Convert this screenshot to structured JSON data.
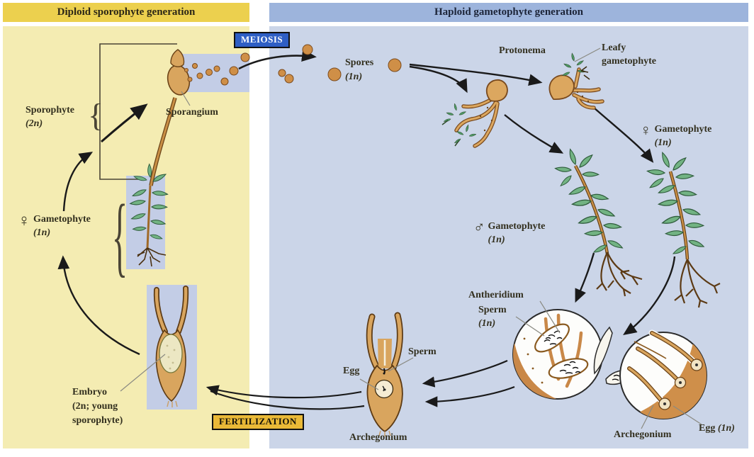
{
  "figure": {
    "subject": "Moss life cycle diagram",
    "colors": {
      "header_yellow": "#ecd04e",
      "panel_yellow": "#f4ecb2",
      "header_blue": "#9db4dc",
      "panel_blue": "#cbd5e8",
      "inset_blue": "#c3cde6",
      "meiosis_badge_bg": "#2e5ec4",
      "fertilization_badge_bg": "#eab937",
      "arrow_black": "#1a1a1a",
      "plant_brown": "#d9a55e",
      "leaf_green": "#72b383"
    }
  },
  "panels": {
    "diploid": {
      "title": "Diploid sporophyte generation"
    },
    "haploid": {
      "title": "Haploid gametophyte generation"
    }
  },
  "badges": {
    "meiosis": {
      "label": "MEIOSIS"
    },
    "fertilization": {
      "label": "FERTILIZATION"
    }
  },
  "labels": {
    "sporophyte": {
      "name": "Sporophyte",
      "ploidy": "(2n)"
    },
    "sporangium": {
      "name": "Sporangium"
    },
    "gametophyte_left": {
      "symbol": "♀",
      "name": "Gametophyte",
      "ploidy": "(1n)"
    },
    "embryo": {
      "line1": "Embryo",
      "line2": "(2n; young",
      "line3": "sporophyte)"
    },
    "spores": {
      "name": "Spores",
      "ploidy": "(1n)"
    },
    "protonema": {
      "name": "Protonema"
    },
    "leafy_gametophyte": {
      "line1": "Leafy",
      "line2": "gametophyte"
    },
    "gametophyte_female": {
      "symbol": "♀",
      "name": "Gametophyte",
      "ploidy": "(1n)"
    },
    "gametophyte_male": {
      "symbol": "♂",
      "name": "Gametophyte",
      "ploidy": "(1n)"
    },
    "antheridium": {
      "name": "Antheridium"
    },
    "sperm_detail": {
      "name": "Sperm",
      "ploidy": "(1n)"
    },
    "sperm_center": {
      "name": "Sperm"
    },
    "egg_center": {
      "name": "Egg"
    },
    "archegonium_center": {
      "name": "Archegonium"
    },
    "archegonium_right": {
      "name": "Archegonium"
    },
    "egg_right": {
      "name": "Egg",
      "ploidy": "(1n)"
    }
  }
}
